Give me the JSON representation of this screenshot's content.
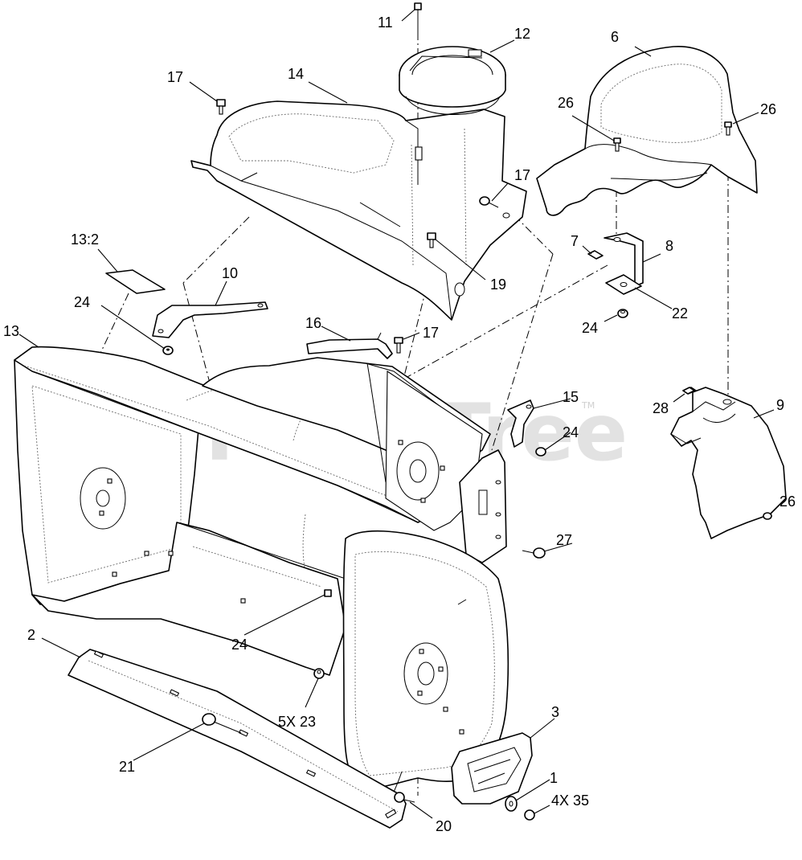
{
  "watermark": {
    "text": "PartsTree",
    "mark": "TM"
  },
  "callouts": [
    {
      "id": "c11",
      "text": "11"
    },
    {
      "id": "c12",
      "text": "12"
    },
    {
      "id": "c6",
      "text": "6"
    },
    {
      "id": "c17a",
      "text": "17"
    },
    {
      "id": "c14",
      "text": "14"
    },
    {
      "id": "c26a",
      "text": "26"
    },
    {
      "id": "c26b",
      "text": "26"
    },
    {
      "id": "c17b",
      "text": "17"
    },
    {
      "id": "c13-2",
      "text": "13:2"
    },
    {
      "id": "c10",
      "text": "10"
    },
    {
      "id": "c7",
      "text": "7"
    },
    {
      "id": "c8",
      "text": "8"
    },
    {
      "id": "c19",
      "text": "19"
    },
    {
      "id": "c24a",
      "text": "24"
    },
    {
      "id": "c22",
      "text": "22"
    },
    {
      "id": "c13",
      "text": "13"
    },
    {
      "id": "c16",
      "text": "16"
    },
    {
      "id": "c17c",
      "text": "17"
    },
    {
      "id": "c24b",
      "text": "24"
    },
    {
      "id": "c9",
      "text": "9"
    },
    {
      "id": "c28",
      "text": "28"
    },
    {
      "id": "c15",
      "text": "15"
    },
    {
      "id": "c24c",
      "text": "24"
    },
    {
      "id": "c26c",
      "text": "26"
    },
    {
      "id": "c27",
      "text": "27"
    },
    {
      "id": "c2",
      "text": "2"
    },
    {
      "id": "c24d",
      "text": "24"
    },
    {
      "id": "c5x23",
      "text": "5X 23"
    },
    {
      "id": "c3",
      "text": "3"
    },
    {
      "id": "c21",
      "text": "21"
    },
    {
      "id": "c1",
      "text": "1"
    },
    {
      "id": "c4x35",
      "text": "4X 35"
    },
    {
      "id": "c20",
      "text": "20"
    }
  ]
}
